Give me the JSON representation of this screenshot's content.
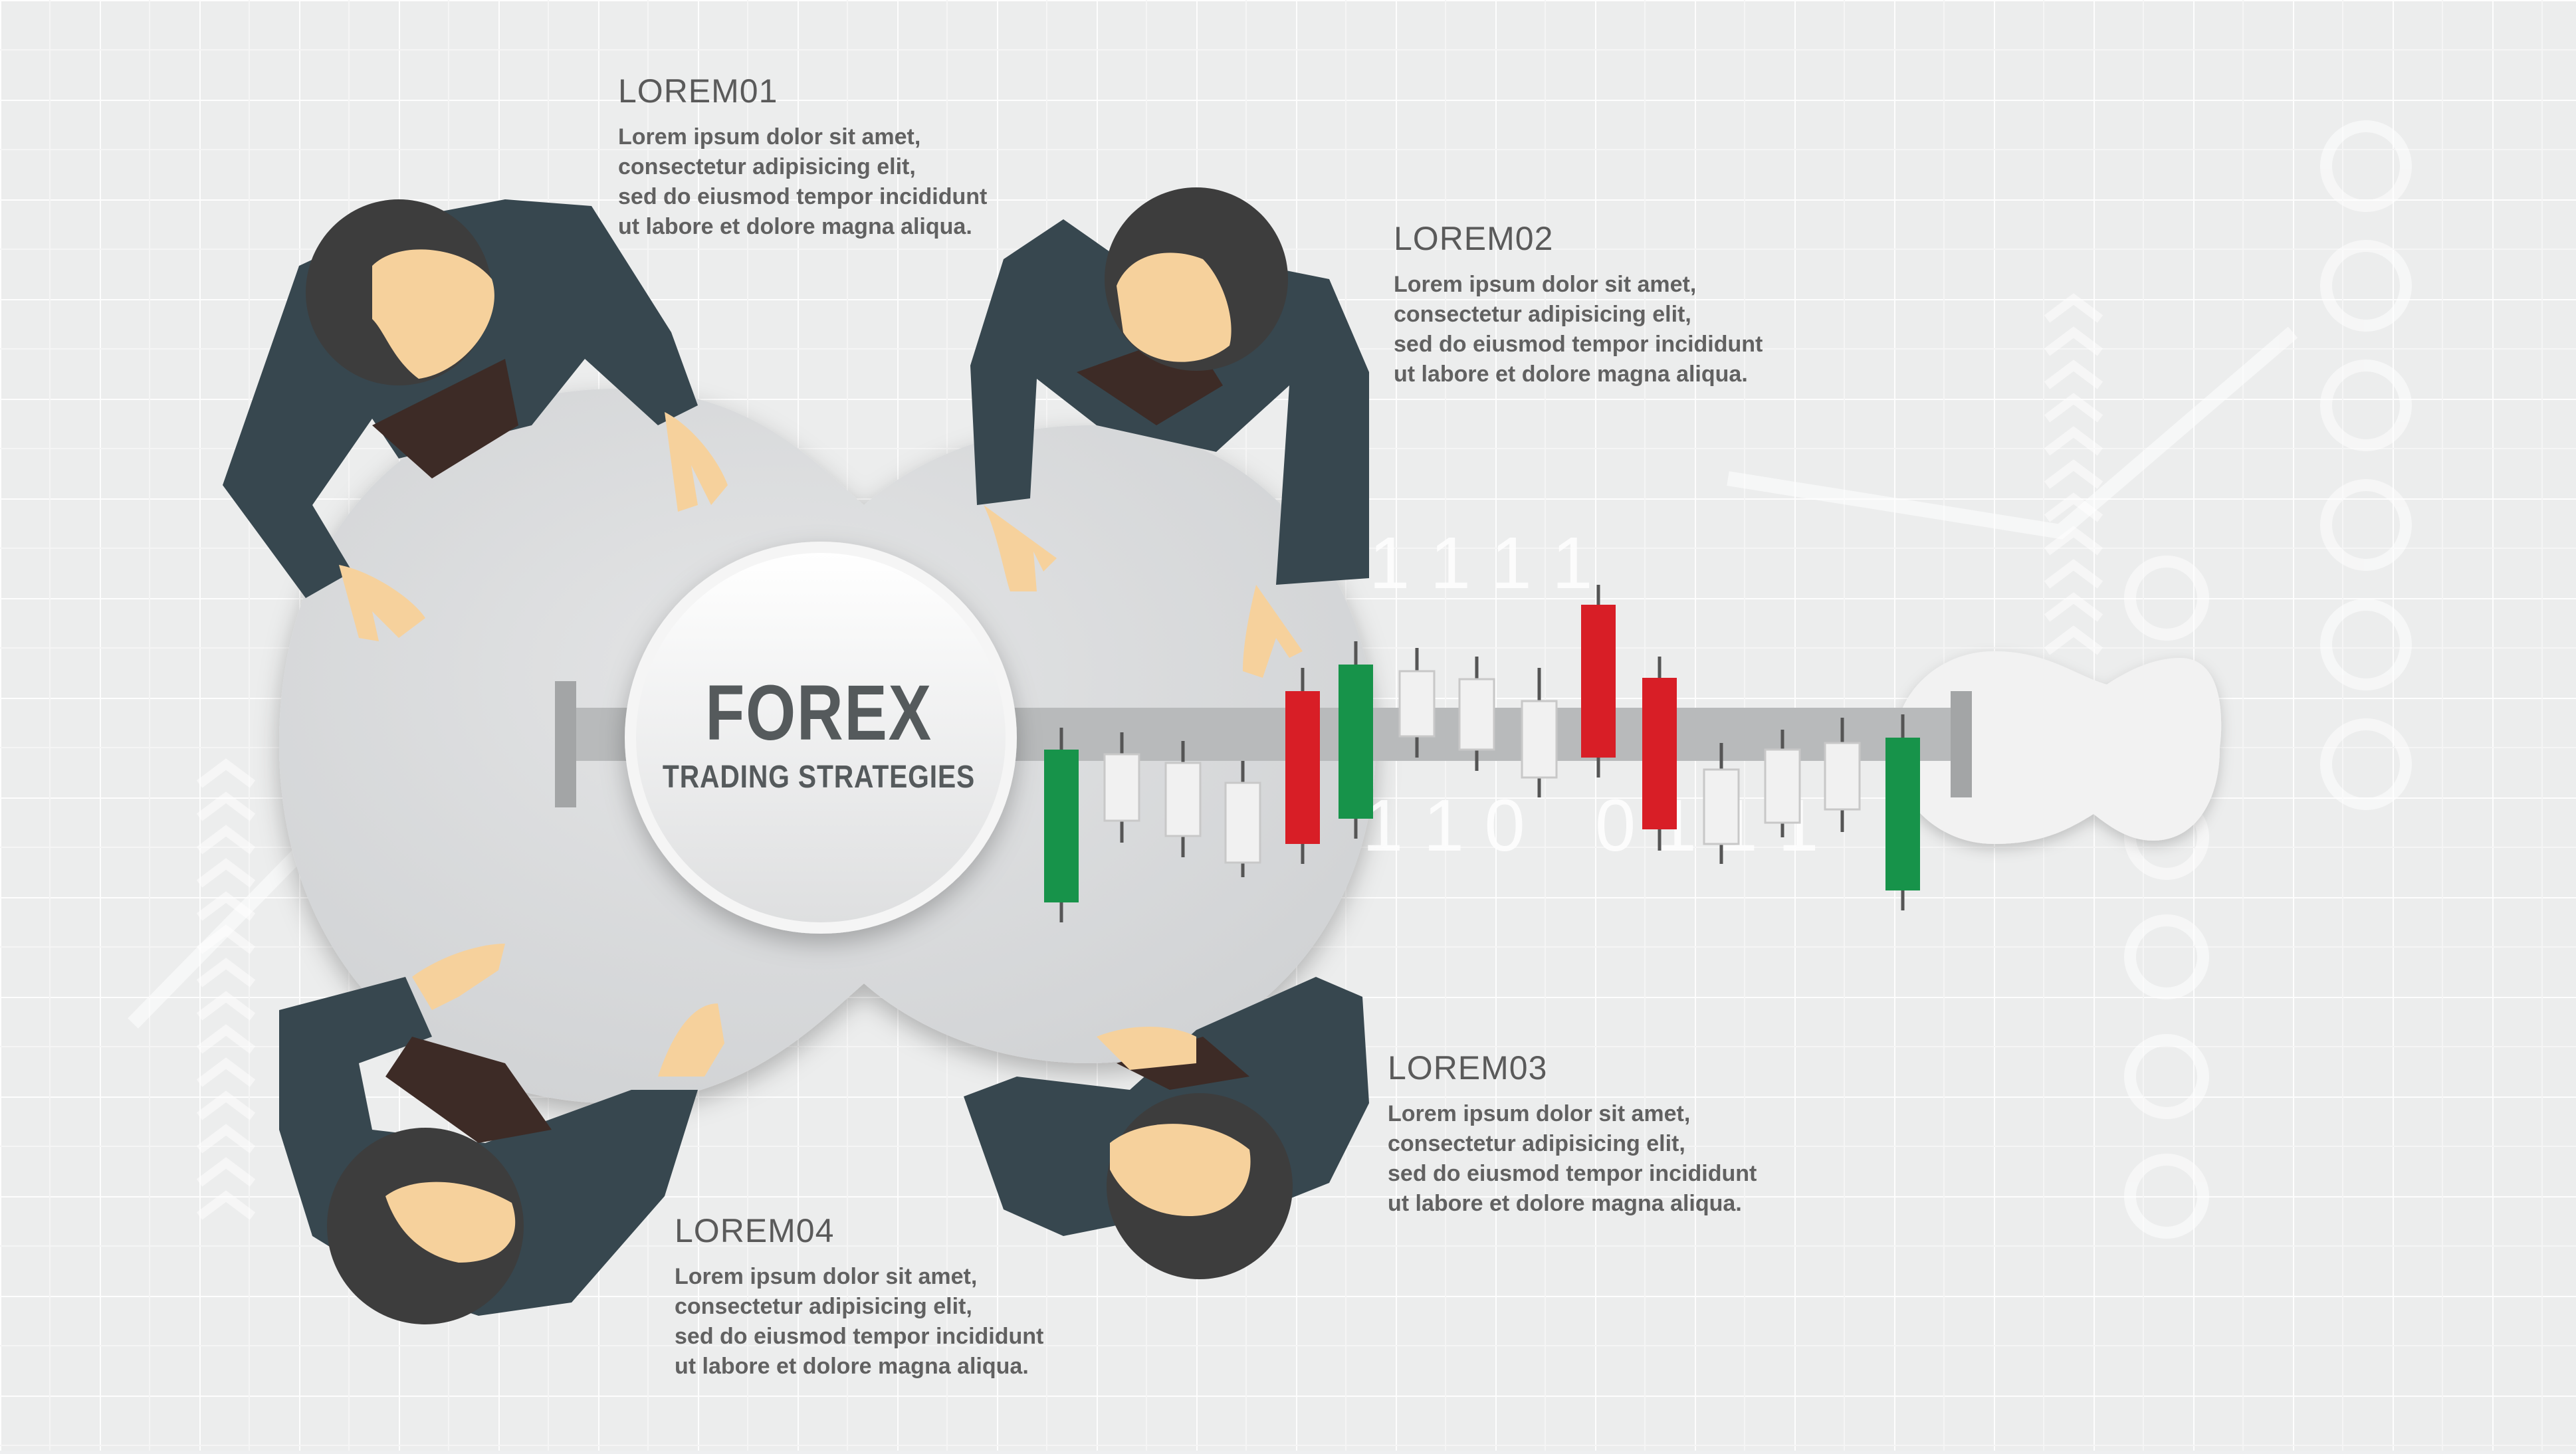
{
  "hub": {
    "title": "FOREX",
    "subtitle": "TRADING STRATEGIES"
  },
  "labels": [
    {
      "id": "lorem01",
      "title": "LOREM01",
      "body": "Lorem ipsum dolor sit amet,\nconsectetur adipisicing elit,\nsed do eiusmod tempor incididunt\nut labore et dolore magna aliqua."
    },
    {
      "id": "lorem02",
      "title": "LOREM02",
      "body": "Lorem ipsum dolor sit amet,\nconsectetur adipisicing elit,\nsed do eiusmod tempor incididunt\nut labore et dolore magna aliqua."
    },
    {
      "id": "lorem03",
      "title": "LOREM03",
      "body": "Lorem ipsum dolor sit amet,\nconsectetur adipisicing elit,\nsed do eiusmod tempor incididunt\nut labore et dolore magna aliqua."
    },
    {
      "id": "lorem04",
      "title": "LOREM04",
      "body": "Lorem ipsum dolor sit amet,\nconsectetur adipisicing elit,\nsed do eiusmod tempor incididunt\nut labore et dolore magna aliqua."
    }
  ],
  "binary_digits": [
    "1 1 1 1",
    "1 1 0",
    "0 1 1 1"
  ],
  "candlesticks": [
    "green",
    "white",
    "white",
    "white",
    "red",
    "green",
    "white",
    "white",
    "white",
    "red",
    "red",
    "white",
    "white",
    "white",
    "green"
  ],
  "colors": {
    "background": "#eeeff0",
    "grid": "#ffffff",
    "table": "#dcdddf",
    "suit": "#37474f",
    "hair": "#3d3d3d",
    "skin": "#f9d4a3",
    "candle_green": "#17934a",
    "candle_red": "#d81e26",
    "candle_white": "#f1f1f1",
    "rail": "#b8babb"
  },
  "icons": [
    "businessman-icon",
    "candlestick-chart-icon",
    "round-table-icon"
  ]
}
